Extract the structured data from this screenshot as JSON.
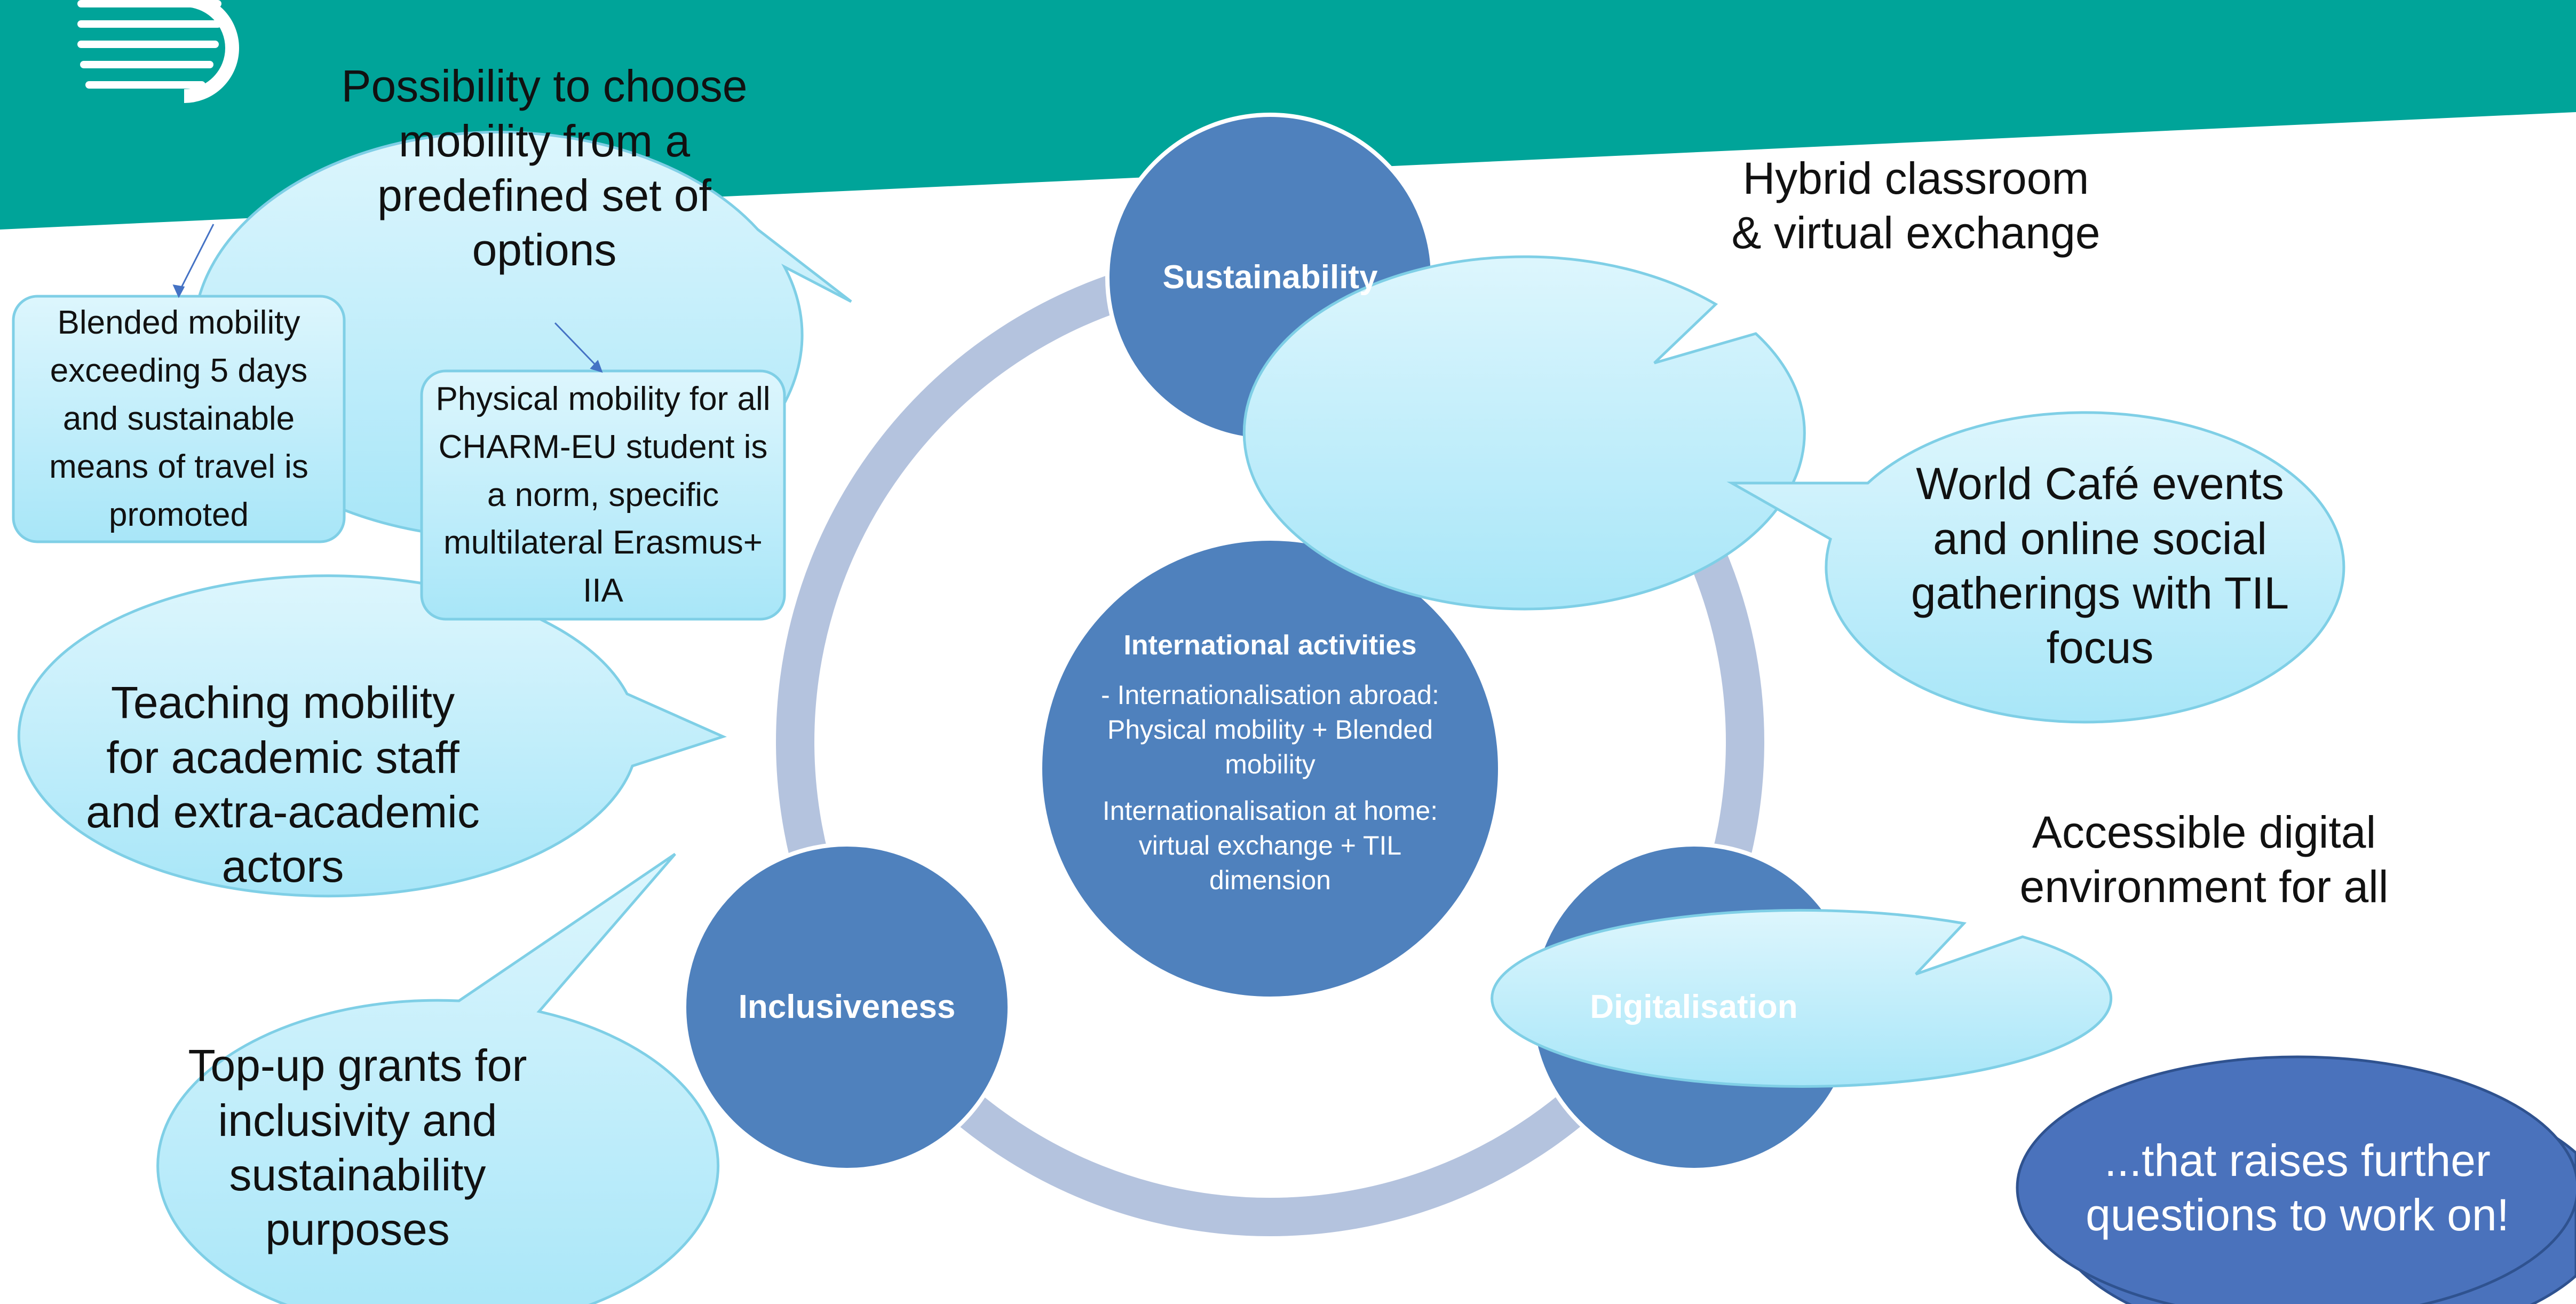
{
  "colors": {
    "header_teal": "#00a499",
    "node_blue": "#4f81bd",
    "ring": "#b4c3de",
    "bubble_light": "#ddf6fd",
    "bubble_mid": "#a8e6f8",
    "bubble_dark": "#4a72bc"
  },
  "icons": {
    "logo": "striped-semicircle-logo"
  },
  "nodes": {
    "sustainability": "Sustainability",
    "inclusiveness": "Inclusiveness",
    "digitalisation": "Digitalisation"
  },
  "center": {
    "title": "International activities",
    "line1": "- Internationalisation abroad: Physical mobility + Blended mobility",
    "line2": "Internationalisation at home: virtual exchange + TIL dimension"
  },
  "bubbles": {
    "mobility_options": "Possibility to choose mobility from a predefined set of options",
    "hybrid": "Hybrid classroom & virtual exchange",
    "world_cafe": "World Café events and online social gatherings with TIL focus",
    "accessible": "Accessible digital environment for all",
    "teaching": "Teaching mobility for academic staff and extra-academic actors",
    "topup": "Top-up grants for inclusivity and sustainability purposes",
    "further": "...that raises further questions to work on!"
  },
  "boxes": {
    "blended": "Blended mobility exceeding 5 days and sustainable means of travel is promoted",
    "physical": "Physical mobility for all CHARM-EU student is a norm, specific multilateral Erasmus+ IIA"
  }
}
